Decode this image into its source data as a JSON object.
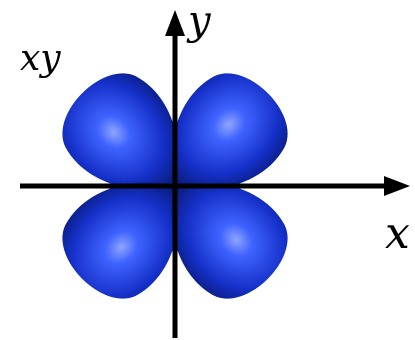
{
  "diagram": {
    "orbital_label": "xy",
    "x_axis_label": "x",
    "y_axis_label": "y",
    "lobe_count": 4,
    "colors": {
      "lobe_core": "#000a3a",
      "lobe_mid": "#1530c8",
      "lobe_highlight": "#8fa6ff",
      "axis": "#000000"
    }
  }
}
